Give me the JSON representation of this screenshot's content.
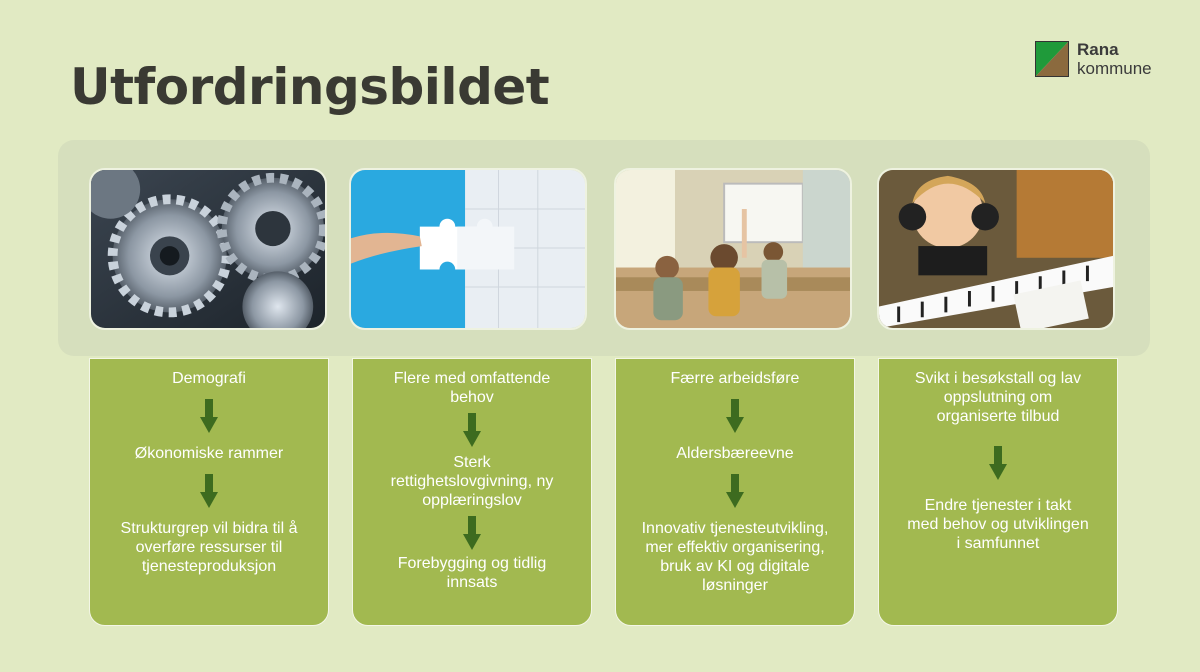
{
  "title": "Utfordringsbildet",
  "logo": {
    "line1": "Rana",
    "line2": "kommune",
    "colors": {
      "green": "#1f9a3a",
      "brown": "#8b6a3e"
    }
  },
  "colors": {
    "background": "#e1eac3",
    "card": "#a2b950",
    "arrow": "#3d6b1f",
    "title": "#3a3a33"
  },
  "columns": [
    {
      "image": "gears-photo",
      "items": [
        "Demografi",
        "Økonomiske rammer",
        "Strukturgrep vil bidra til å overføre ressurser til tjenesteproduksjon"
      ]
    },
    {
      "image": "puzzle-photo",
      "items": [
        "Flere med omfattende behov",
        "Sterk rettighetslovgivning, ny opplæringslov",
        "Forebygging og tidlig innsats"
      ]
    },
    {
      "image": "classroom-photo",
      "items": [
        "Færre arbeidsføre",
        "Aldersbæreevne",
        "Innovativ tjenesteutvikling, mer effektiv organisering, bruk av KI og digitale løsninger"
      ]
    },
    {
      "image": "piano-child-photo",
      "items": [
        "Svikt i besøkstall og lav oppslutning om organiserte tilbud",
        "Endre tjenester i takt med behov og utviklingen i samfunnet"
      ]
    }
  ]
}
